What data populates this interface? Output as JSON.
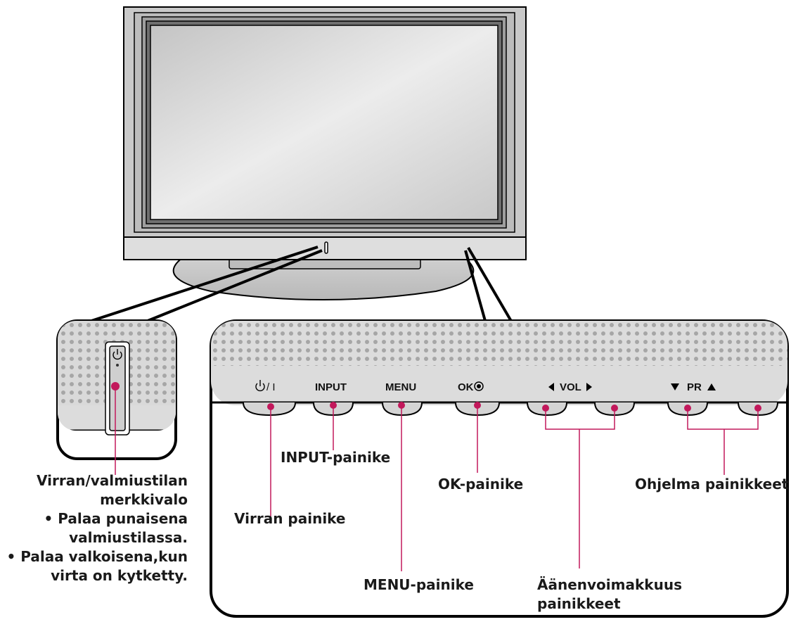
{
  "panel": {
    "power_label": "/ I",
    "input_label": "INPUT",
    "menu_label": "MENU",
    "ok_label": "OK",
    "vol_label": "VOL",
    "pr_label": "PR"
  },
  "callouts": {
    "standby_indicator": {
      "line1": "Virran/valmiustilan",
      "line2": "merkkivalo",
      "line3": "• Palaa punaisena",
      "line4": "valmiustilassa.",
      "line5": "• Palaa valkoisena,kun",
      "line6": "virta on kytketty."
    },
    "power_button": "Virran painike",
    "input_button": "INPUT-painike",
    "menu_button": "MENU-painike",
    "ok_button": "OK-painike",
    "volume_buttons": {
      "line1": "Äänenvoimakkuus",
      "line2": "painikkeet"
    },
    "program_buttons": "Ohjelma painikkeet"
  },
  "colors": {
    "callout_line": "#c2185b",
    "outline": "#000000",
    "bezel": "#c8c8c8",
    "screen": "#dcdcdc",
    "speaker_dot": "#a8a8a8"
  }
}
